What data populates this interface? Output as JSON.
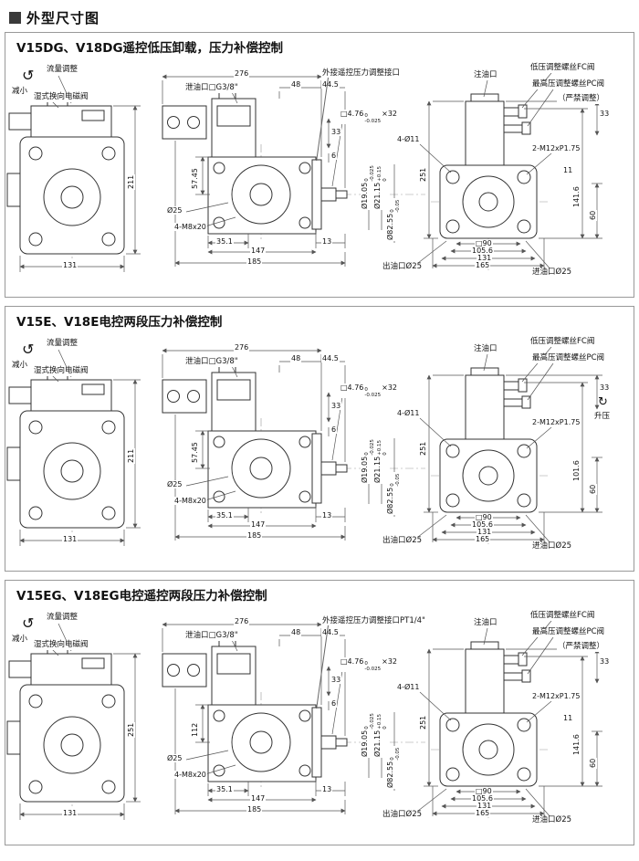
{
  "header": {
    "title": "外型尺寸图"
  },
  "colors": {
    "line": "#333333",
    "dim_line": "#555555",
    "text": "#111111",
    "panel_border": "#999999"
  },
  "panels": [
    {
      "title": "V15DG、V18DG遥控低压卸载，压力补偿控制",
      "annotation": "外接遥控压力调整接口",
      "left": {
        "rotate_icon": "↺",
        "flow_adjust": "流量调整",
        "decrease": "减小",
        "solenoid_valve": "湿式换向电磁阀",
        "height_dim": "211",
        "width_dim": "131"
      },
      "middle": {
        "overall_width": "276",
        "drain_port": "泄油口□G3/8\"",
        "dim_48": "48",
        "dim_44_5": "44.5",
        "dim_33": "33",
        "dim_6": "6",
        "key_main": "□4.76",
        "key_tol_top": "0",
        "key_tol_bot": "-0.025",
        "key_suffix": "×32",
        "dia19_main": "Ø19.05",
        "dia19_tol_top": "0",
        "dia19_tol_bot": "-0.025",
        "dia21_main": "Ø21.15",
        "dia21_tol_top": "+0.15",
        "dia21_tol_bot": "0",
        "dia82_main": "Ø82.55",
        "dia82_tol_top": "0",
        "dia82_tol_bot": "-0.05",
        "vert_dim": "57.45",
        "shaft_dia": "Ø25",
        "mount_bolts": "4-M8x20",
        "dim_35_1": "35.1",
        "dim_147": "147",
        "dim_13": "13",
        "dim_185": "185"
      },
      "right": {
        "fill_port": "注油口",
        "low_pressure_screw": "低压调整螺丝FC阀",
        "high_pressure_screw": "最高压调整螺丝PC阀",
        "warning": "（严禁调整）",
        "mount_holes": "4-Ø11",
        "thread_holes": "2-M12xP1.75",
        "dim_top": "33",
        "dim_11": "11",
        "dim_side": "141.6",
        "dim_height": "251",
        "dim_bottom_side": "60",
        "rise_icon": "",
        "rise": "",
        "sq_90": "□90",
        "dim_105_6": "105.6",
        "dim_131": "131",
        "dim_165": "165",
        "outlet": "出油口Ø25",
        "inlet": "进油口Ø25"
      }
    },
    {
      "title": "V15E、V18E电控两段压力补偿控制",
      "annotation": "",
      "left": {
        "rotate_icon": "↺",
        "flow_adjust": "流量调整",
        "decrease": "减小",
        "solenoid_valve": "湿式换向电磁阀",
        "height_dim": "211",
        "width_dim": "131"
      },
      "middle": {
        "overall_width": "276",
        "drain_port": "泄油口□G3/8\"",
        "dim_48": "48",
        "dim_44_5": "44.5",
        "dim_33": "33",
        "dim_6": "6",
        "key_main": "□4.76",
        "key_tol_top": "0",
        "key_tol_bot": "-0.025",
        "key_suffix": "×32",
        "dia19_main": "Ø19.05",
        "dia19_tol_top": "0",
        "dia19_tol_bot": "-0.025",
        "dia21_main": "Ø21.15",
        "dia21_tol_top": "+0.15",
        "dia21_tol_bot": "0",
        "dia82_main": "Ø82.55",
        "dia82_tol_top": "0",
        "dia82_tol_bot": "-0.05",
        "vert_dim": "57.45",
        "shaft_dia": "Ø25",
        "mount_bolts": "4-M8x20",
        "dim_35_1": "35.1",
        "dim_147": "147",
        "dim_13": "13",
        "dim_185": "185"
      },
      "right": {
        "fill_port": "注油口",
        "low_pressure_screw": "低压调整螺丝FC阀",
        "high_pressure_screw": "最高压调整螺丝PC阀",
        "warning": "",
        "mount_holes": "4-Ø11",
        "thread_holes": "2-M12xP1.75",
        "dim_top": "33",
        "dim_11": "",
        "dim_side": "101.6",
        "dim_height": "251",
        "dim_bottom_side": "60",
        "rise_icon": "↻",
        "rise": "升压",
        "sq_90": "□90",
        "dim_105_6": "105.6",
        "dim_131": "131",
        "dim_165": "165",
        "outlet": "出油口Ø25",
        "inlet": "进油口Ø25"
      }
    },
    {
      "title": "V15EG、V18EG电控遥控两段压力补偿控制",
      "annotation": "外接遥控压力调整接口PT1/4\"",
      "left": {
        "rotate_icon": "↺",
        "flow_adjust": "流量调整",
        "decrease": "减小",
        "solenoid_valve": "湿式换向电磁阀",
        "height_dim": "251",
        "width_dim": "131"
      },
      "middle": {
        "overall_width": "276",
        "drain_port": "泄油口□G3/8\"",
        "dim_48": "48",
        "dim_44_5": "44.5",
        "dim_33": "33",
        "dim_6": "6",
        "key_main": "□4.76",
        "key_tol_top": "0",
        "key_tol_bot": "-0.025",
        "key_suffix": "×32",
        "dia19_main": "Ø19.05",
        "dia19_tol_top": "0",
        "dia19_tol_bot": "-0.025",
        "dia21_main": "Ø21.15",
        "dia21_tol_top": "+0.15",
        "dia21_tol_bot": "0",
        "dia82_main": "Ø82.55",
        "dia82_tol_top": "0",
        "dia82_tol_bot": "-0.05",
        "vert_dim": "112",
        "shaft_dia": "Ø25",
        "mount_bolts": "4-M8x20",
        "dim_35_1": "35.1",
        "dim_147": "147",
        "dim_13": "13",
        "dim_185": "185"
      },
      "right": {
        "fill_port": "注油口",
        "low_pressure_screw": "低压调整螺丝FC阀",
        "high_pressure_screw": "最高压调整螺丝PC阀",
        "warning": "（严禁调整）",
        "mount_holes": "4-Ø11",
        "thread_holes": "2-M12xP1.75",
        "dim_top": "33",
        "dim_11": "11",
        "dim_side": "141.6",
        "dim_height": "251",
        "dim_bottom_side": "60",
        "rise_icon": "",
        "rise": "",
        "sq_90": "□90",
        "dim_105_6": "105.6",
        "dim_131": "131",
        "dim_165": "165",
        "outlet": "出油口Ø25",
        "inlet": "进油口Ø25"
      }
    }
  ]
}
